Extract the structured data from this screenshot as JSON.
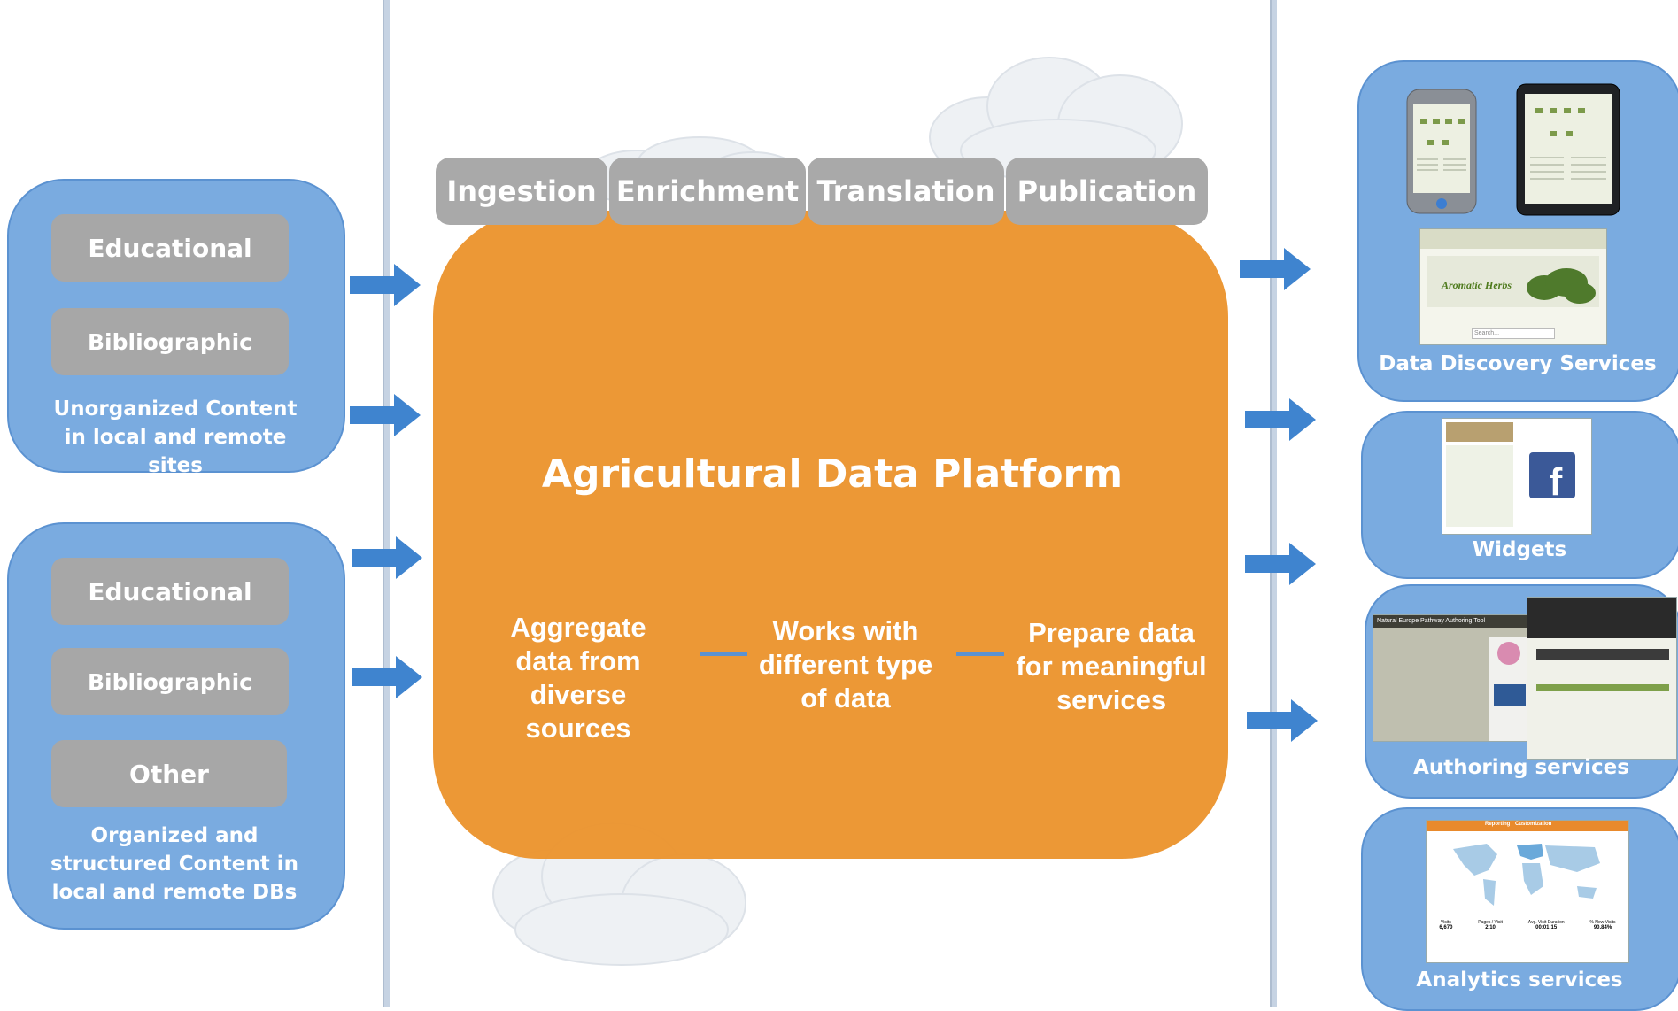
{
  "platform": {
    "title": "Agricultural Data Platform",
    "stages": [
      "Ingestion",
      "Enrichment",
      "Translation",
      "Publication"
    ],
    "features": [
      "Aggregate data from diverse sources",
      "Works with different type of data",
      "Prepare data for meaningful services"
    ]
  },
  "sources": {
    "unorganized": {
      "items": [
        "Educational",
        "Bibliographic"
      ],
      "caption": "Unorganized Content in local and remote sites"
    },
    "organized": {
      "items": [
        "Educational",
        "Bibliographic",
        "Other"
      ],
      "caption": "Organized and structured Content in local and remote DBs"
    }
  },
  "outputs": {
    "data_discovery": {
      "caption": "Data Discovery Services",
      "banner_text": "Aromatic Herbs",
      "search_placeholder": "Search..."
    },
    "widgets": {
      "caption": "Widgets",
      "social_logo": "f"
    },
    "authoring": {
      "caption": "Authoring services",
      "tool_title": "Natural Europe Pathway Authoring Tool"
    },
    "analytics": {
      "caption": "Analytics services",
      "tabs": [
        "Reporting",
        "Customization"
      ],
      "stats": [
        {
          "label": "Visits",
          "value": "6,670"
        },
        {
          "label": "Pages / Visit",
          "value": "2.10"
        },
        {
          "label": "Avg. Visit Duration",
          "value": "00:01:15"
        },
        {
          "label": "% New Visits",
          "value": "90.84%"
        }
      ]
    }
  },
  "colors": {
    "panel_blue": "#7aabe0",
    "platform_orange": "#eb952f",
    "stage_gray": "#a9a9a9",
    "arrow_blue": "#3f84cf"
  }
}
